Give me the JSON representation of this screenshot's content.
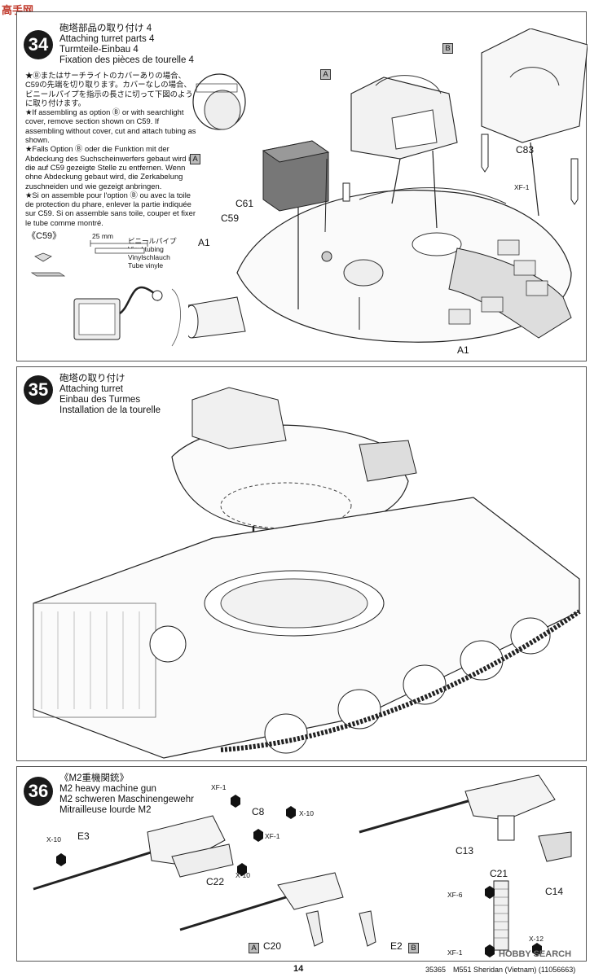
{
  "step34": {
    "number": "34",
    "title_ja": "砲塔部品の取り付け 4",
    "title_en": "Attaching turret parts 4",
    "title_de": "Turmteile-Einbau 4",
    "title_fr": "Fixation des pièces de tourelle 4",
    "notes": [
      "★Ⓑまたはサーチライトのカバーありの場合、C59の先端を切り取ります。カバーなしの場合、ビニールパイプを指示の長さに切って下図のように取り付けます。",
      "★If assembling as option Ⓑ or with searchlight cover, remove section shown on C59. If assembling without cover, cut and attach tubing as shown.",
      "★Falls Option Ⓑ oder die Funktion mit der Abdeckung des Suchscheinwerfers gebaut wird ist die auf C59 gezeigte Stelle zu entfernen. Wenn ohne Abdeckung gebaut wird, die Zerkabelung zuschneiden und wie gezeigt anbringen.",
      "★Si on assemble pour l'option Ⓑ ou avec la toile de protection du phare, enlever la partie indiquée sur C59. Si on assemble sans toile, couper et fixer le tube comme montré."
    ],
    "detail_label": "《C59》",
    "length": "25 mm",
    "tube_ja": "ビニールパイプ",
    "tube_en": "Vinyl tubing",
    "tube_de": "Vinylschlauch",
    "tube_fr": "Tube vinyle",
    "option_a": "A",
    "option_b": "B",
    "parts": {
      "c61": "C61",
      "c59": "C59",
      "a1": "A1",
      "a1b": "A1",
      "c83": "C83",
      "xf1": "XF-1"
    }
  },
  "step35": {
    "number": "35",
    "title_ja": "砲塔の取り付け",
    "title_en": "Attaching turret",
    "title_de": "Einbau des Turmes",
    "title_fr": "Installation de la tourelle"
  },
  "step36": {
    "number": "36",
    "title_ja": "《M2重機関銃》",
    "title_en": "M2 heavy machine gun",
    "title_de": "M2 schweren Maschinengewehr",
    "title_fr": "Mitrailleuse lourde M2",
    "parts": {
      "xf1a": "XF-1",
      "c8": "C8",
      "x10a": "X-10",
      "x10b": "X-10",
      "e3": "E3",
      "xf1b": "XF-1",
      "c22": "C22",
      "x10c": "X-10",
      "c13": "C13",
      "c21": "C21",
      "xf6": "XF-6",
      "c14": "C14",
      "c20": "C20",
      "e2": "E2",
      "x12": "X-12",
      "xf1c": "XF-1",
      "opt_a": "A",
      "opt_b": "B"
    }
  },
  "footer": {
    "page": "14",
    "code": "35365",
    "model": "M551 Sheridan (Vietnam) (11056663)",
    "watermark": "HOBBY SEARCH",
    "corner_logo": "高手网"
  }
}
